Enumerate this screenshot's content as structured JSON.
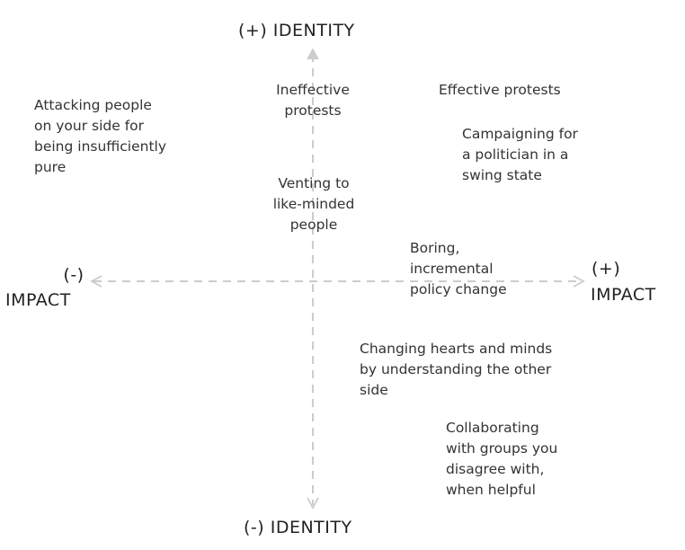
{
  "axes": {
    "identity_positive": "(+) IDENTITY",
    "identity_negative": "(-) IDENTITY",
    "impact_negative_sign": "(-)",
    "impact_negative_word": "IMPACT",
    "impact_positive_sign": "(+)",
    "impact_positive_word": "IMPACT",
    "color": "#cccccc"
  },
  "items": {
    "attacking": "Attacking people\non your side for\nbeing insufficiently\npure",
    "ineffective_protests": "Ineffective\nprotests",
    "effective_protests": "Effective protests",
    "campaigning": "Campaigning for\na politician in a\nswing state",
    "venting": "Venting to\nlike-minded\npeople",
    "boring_policy": "Boring,\nincremental\npolicy change",
    "changing_hearts": "Changing hearts and minds\nby understanding the other\nside",
    "collaborating": "Collaborating\nwith groups you\ndisagree with,\nwhen helpful"
  }
}
